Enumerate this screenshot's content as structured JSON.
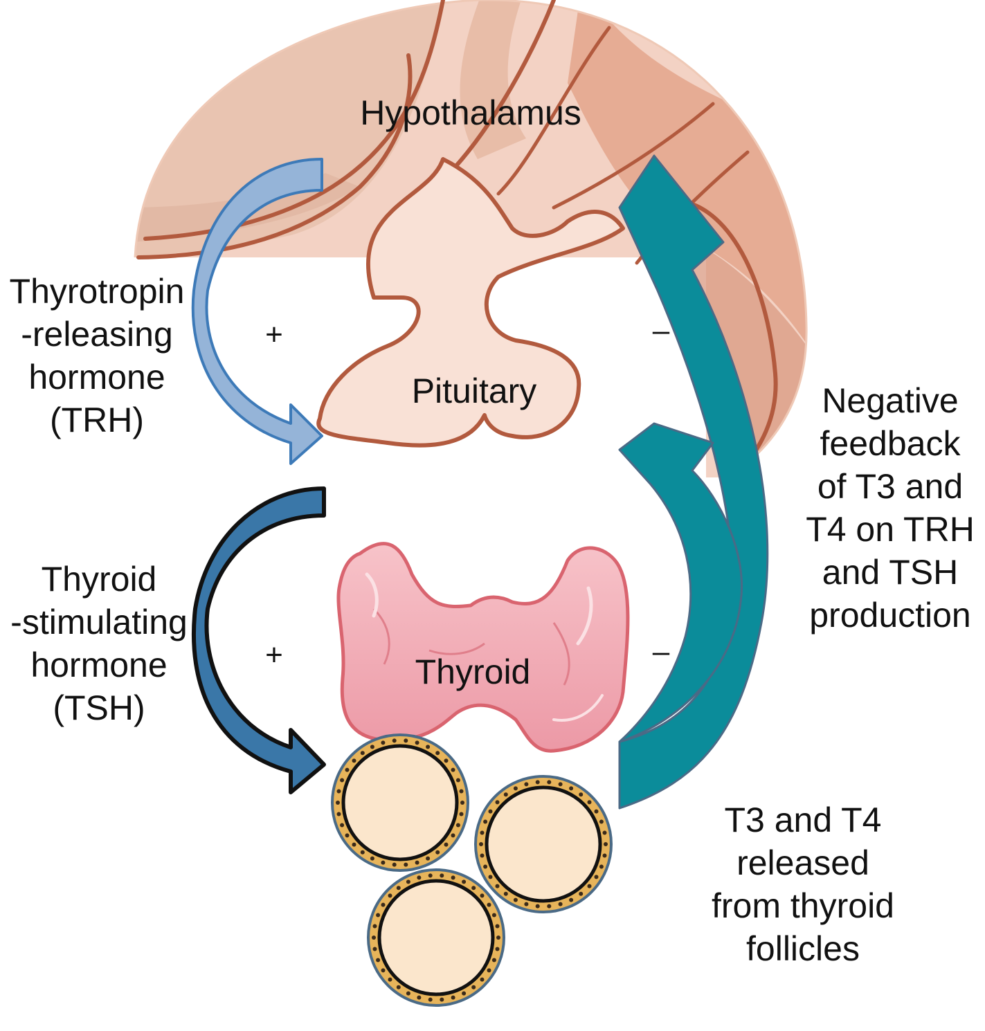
{
  "labels": {
    "hypothalamus": "Hypothalamus",
    "pituitary": "Pituitary",
    "thyroid": "Thyroid",
    "trh": [
      "Thyrotropin",
      "-releasing",
      "hormone",
      "(TRH)"
    ],
    "tsh": [
      "Thyroid",
      "-stimulating",
      "hormone",
      "(TSH)"
    ],
    "negative_feedback": [
      "Negative",
      "feedback",
      "of T3 and",
      "T4 on TRH",
      "and TSH",
      "production"
    ],
    "release": [
      "T3 and T4",
      "released",
      "from thyroid",
      "follicles"
    ]
  },
  "signs": {
    "trh_effect": "+",
    "tsh_effect": "+",
    "feedback_pituitary": "–",
    "feedback_hypothalamus": "–"
  },
  "icons": [
    "brain-section-icon",
    "pituitary-gland-icon",
    "thyroid-gland-icon",
    "thyroid-follicle-icon"
  ],
  "colors": {
    "brain_tissue": "#f3d2c4",
    "brain_outline": "#b25a3e",
    "trh_arrow": "#95b4d8",
    "tsh_arrow": "#3a77a8",
    "feedback_arrow": "#0b8c9a",
    "thyroid": "#f0a7b2",
    "follicle_colloid": "#fbe6cc",
    "follicle_cells": "#e7b45a"
  }
}
